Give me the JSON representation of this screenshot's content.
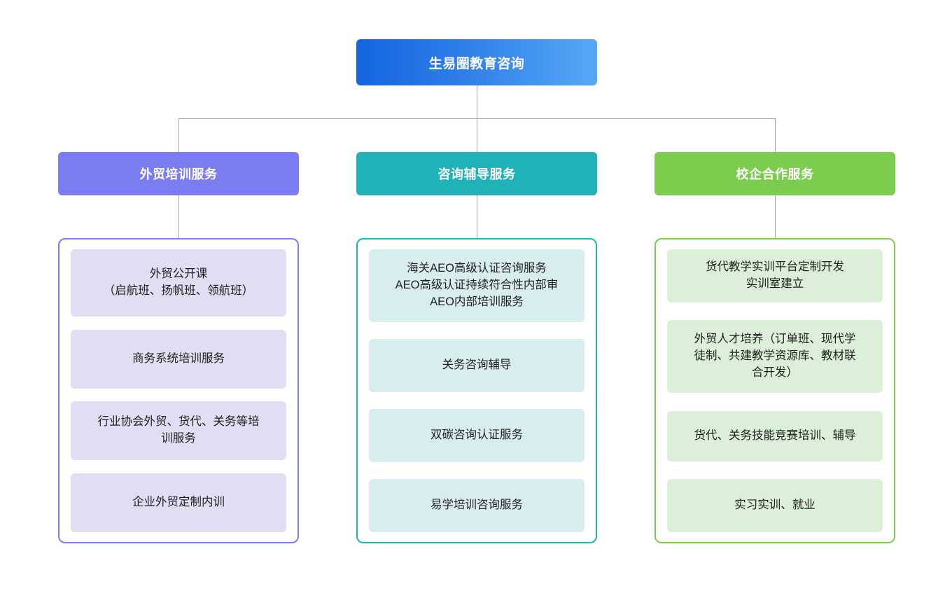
{
  "diagram": {
    "root": {
      "label": "生易圈教育咨询",
      "color": "#1464e0"
    },
    "columns": [
      {
        "header": "外贸培训服务",
        "color": "#7b7cf0",
        "leaf_bg": "#e2ddf2",
        "items": [
          {
            "lines": [
              "外贸公开课",
              "（启航班、扬帆班、领航班）"
            ]
          },
          {
            "lines": [
              "商务系统培训服务"
            ]
          },
          {
            "lines": [
              "行业协会外贸、货代、关务等培",
              "训服务"
            ]
          },
          {
            "lines": [
              "企业外贸定制内训"
            ]
          }
        ]
      },
      {
        "header": "咨询辅导服务",
        "color": "#1fb3b8",
        "leaf_bg": "#d8eeee",
        "items": [
          {
            "lines": [
              "海关AEO高级认证咨询服务",
              "AEO高级认证持续符合性内部审",
              "AEO内部培训服务"
            ]
          },
          {
            "lines": [
              "关务咨询辅导"
            ]
          },
          {
            "lines": [
              "双碳咨询认证服务"
            ]
          },
          {
            "lines": [
              "易学培训咨询服务"
            ]
          }
        ]
      },
      {
        "header": "校企合作服务",
        "color": "#7ccc4e",
        "leaf_bg": "#dcefd9",
        "items": [
          {
            "lines": [
              "货代教学实训平台定制开发",
              "实训室建立"
            ]
          },
          {
            "lines": [
              "外贸人才培养（订单班、现代学",
              "徒制、共建教学资源库、教材联",
              "合开发）"
            ]
          },
          {
            "lines": [
              "货代、关务技能竞赛培训、辅导"
            ]
          },
          {
            "lines": [
              "实习实训、就业"
            ]
          }
        ]
      }
    ],
    "connector_color": "#9aa5b1"
  }
}
